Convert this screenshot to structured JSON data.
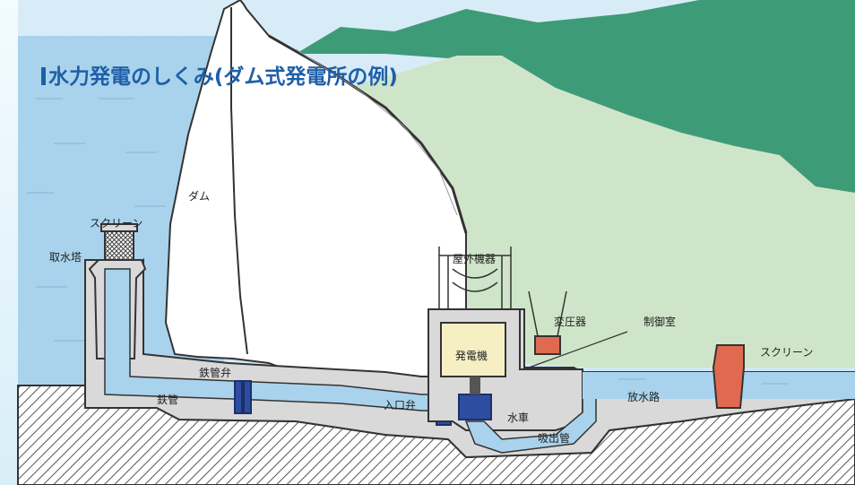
{
  "title": "水力発電のしくみ(ダム式発電所の例)",
  "labels": {
    "dam": "ダム",
    "screen_left": "スクリーン",
    "intake_tower": "取水塔",
    "penstock_valve": "鉄管弁",
    "penstock": "鉄管",
    "inlet_valve": "入口弁",
    "outdoor_equipment": "屋外機器",
    "generator": "発電機",
    "transformer": "変圧器",
    "control_room": "制御室",
    "turbine": "水車",
    "draft_tube": "吸出管",
    "tailrace": "放水路",
    "screen_right": "スクリーン"
  },
  "colors": {
    "water": "#a9d3ec",
    "mountain_far": "#3e9b78",
    "mountain_near": "#cfe5c9",
    "concrete": "#d9d9d9",
    "generator": "#f6efc4",
    "red_equipment": "#e06a50",
    "title": "#1f5fa8"
  }
}
